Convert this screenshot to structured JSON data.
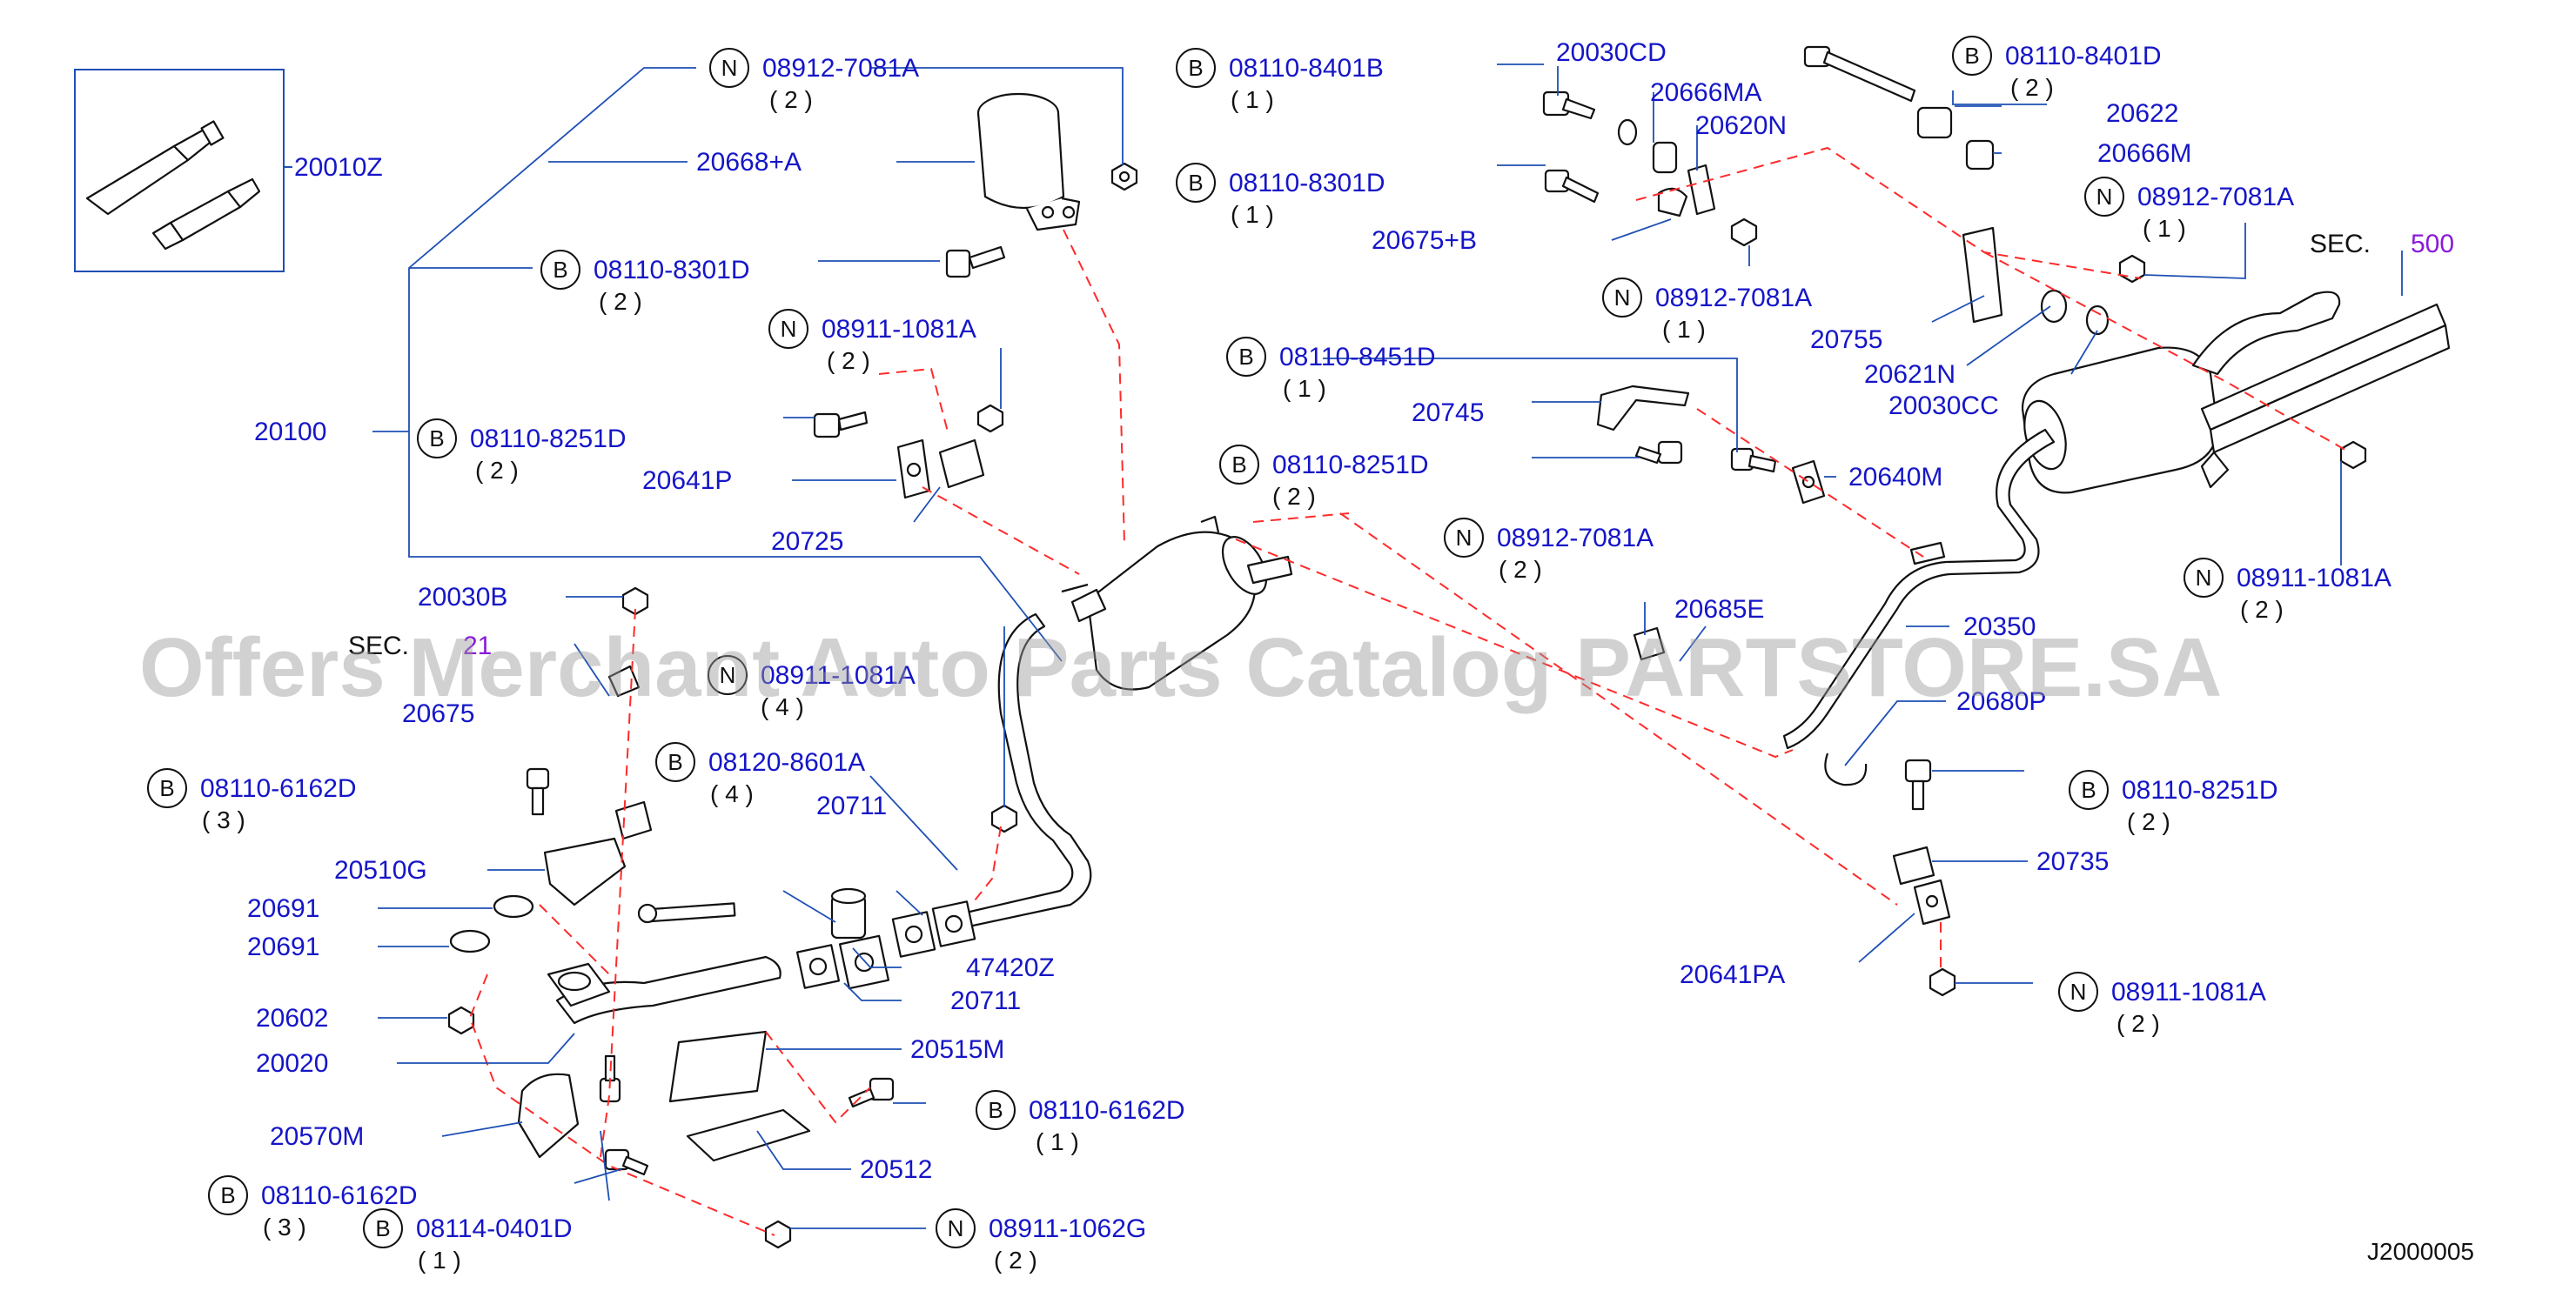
{
  "watermark": "Offers Merchant Auto Parts Catalog PARTSTORE.SA",
  "diagram_code": "J2000005",
  "colors": {
    "label": "#1515c8",
    "dashed": "#ff2a2a",
    "leader": "#1e4fb4",
    "section_ref": "#8a1ad8"
  },
  "sections": [
    {
      "prefix": "SEC.",
      "number": "500"
    },
    {
      "prefix": "SEC.",
      "number": "21"
    }
  ],
  "parts": {
    "p20010Z": "20010Z",
    "p20668A": "20668+A",
    "p20100": "20100",
    "p20641P": "20641P",
    "p20725": "20725",
    "p20030B": "20030B",
    "p20675": "20675",
    "p20510G": "20510G",
    "p20691a": "20691",
    "p20691b": "20691",
    "p20602": "20602",
    "p20020": "20020",
    "p20570M": "20570M",
    "p20515M": "20515M",
    "p20512": "20512",
    "p20711a": "20711",
    "p20711b": "20711",
    "p47420Z": "47420Z",
    "p20030CD": "20030CD",
    "p20666MA": "20666MA",
    "p20620N": "20620N",
    "p20675B": "20675+B",
    "p20622": "20622",
    "p20666M": "20666M",
    "p20755": "20755",
    "p20621N": "20621N",
    "p20030CC": "20030CC",
    "p20745": "20745",
    "p20640M": "20640M",
    "p20685E": "20685E",
    "p20350": "20350",
    "p20680P": "20680P",
    "p20735": "20735",
    "p20641PA": "20641PA"
  },
  "fasteners": [
    {
      "type": "N",
      "part": "08912-7081A",
      "qty": "( 2 )"
    },
    {
      "type": "B",
      "part": "08110-8301D",
      "qty": "( 2 )"
    },
    {
      "type": "N",
      "part": "08911-1081A",
      "qty": "( 2 )"
    },
    {
      "type": "B",
      "part": "08110-8251D",
      "qty": "( 2 )"
    },
    {
      "type": "B",
      "part": "08110-8401B",
      "qty": "( 1 )"
    },
    {
      "type": "B",
      "part": "08110-8301D",
      "qty": "( 1 )"
    },
    {
      "type": "B",
      "part": "08110-8451D",
      "qty": "( 1 )"
    },
    {
      "type": "B",
      "part": "08110-8251D",
      "qty": "( 2 )"
    },
    {
      "type": "N",
      "part": "08912-7081A",
      "qty": "( 2 )"
    },
    {
      "type": "B",
      "part": "08110-8401D",
      "qty": "( 2 )"
    },
    {
      "type": "N",
      "part": "08912-7081A",
      "qty": "( 1 )"
    },
    {
      "type": "N",
      "part": "08912-7081A",
      "qty": "( 1 )"
    },
    {
      "type": "N",
      "part": "08911-1081A",
      "qty": "( 2 )"
    },
    {
      "type": "N",
      "part": "08911-1081A",
      "qty": "( 4 )"
    },
    {
      "type": "B",
      "part": "08110-6162D",
      "qty": "( 3 )"
    },
    {
      "type": "B",
      "part": "08120-8601A",
      "qty": "( 4 )"
    },
    {
      "type": "B",
      "part": "08110-6162D",
      "qty": "( 1 )"
    },
    {
      "type": "B",
      "part": "08110-6162D",
      "qty": "( 3 )"
    },
    {
      "type": "B",
      "part": "08114-0401D",
      "qty": "( 1 )"
    },
    {
      "type": "N",
      "part": "08911-1062G",
      "qty": "( 2 )"
    },
    {
      "type": "B",
      "part": "08110-8251D",
      "qty": "( 2 )"
    },
    {
      "type": "N",
      "part": "08911-1081A",
      "qty": "( 2 )"
    }
  ]
}
